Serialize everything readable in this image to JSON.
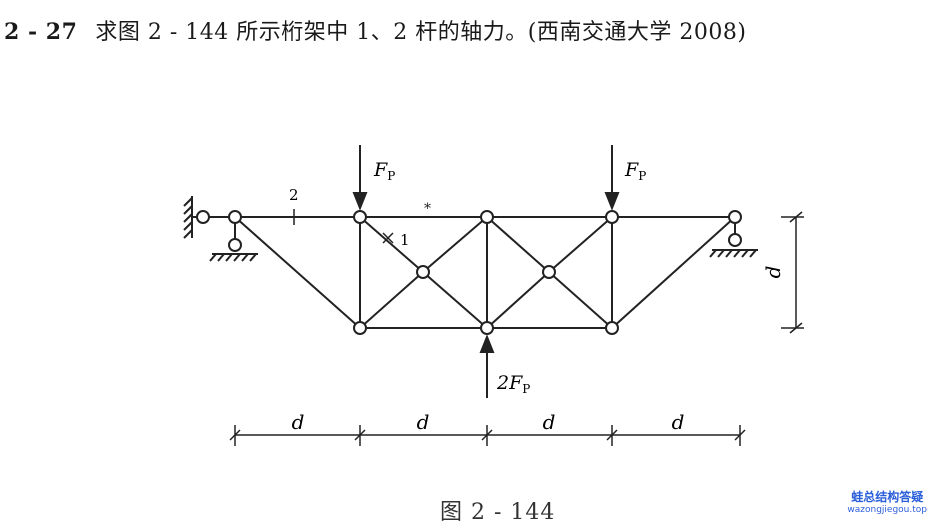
{
  "problem": {
    "number": "2 - 27",
    "text": "求图 2 - 144 所示桁架中 1、2 杆的轴力。(西南交通大学 2008)"
  },
  "figure": {
    "load_left": "F",
    "load_right": "F",
    "load_subscript": "P",
    "load_bottom_coef": "2F",
    "member_1": "1",
    "member_2": "2",
    "height_label": "d",
    "span_labels": [
      "d",
      "d",
      "d",
      "d"
    ],
    "caption": "图 2 - 144"
  },
  "watermark": {
    "name": "蛙总结构答疑",
    "url": "wazongjiegou.top"
  }
}
